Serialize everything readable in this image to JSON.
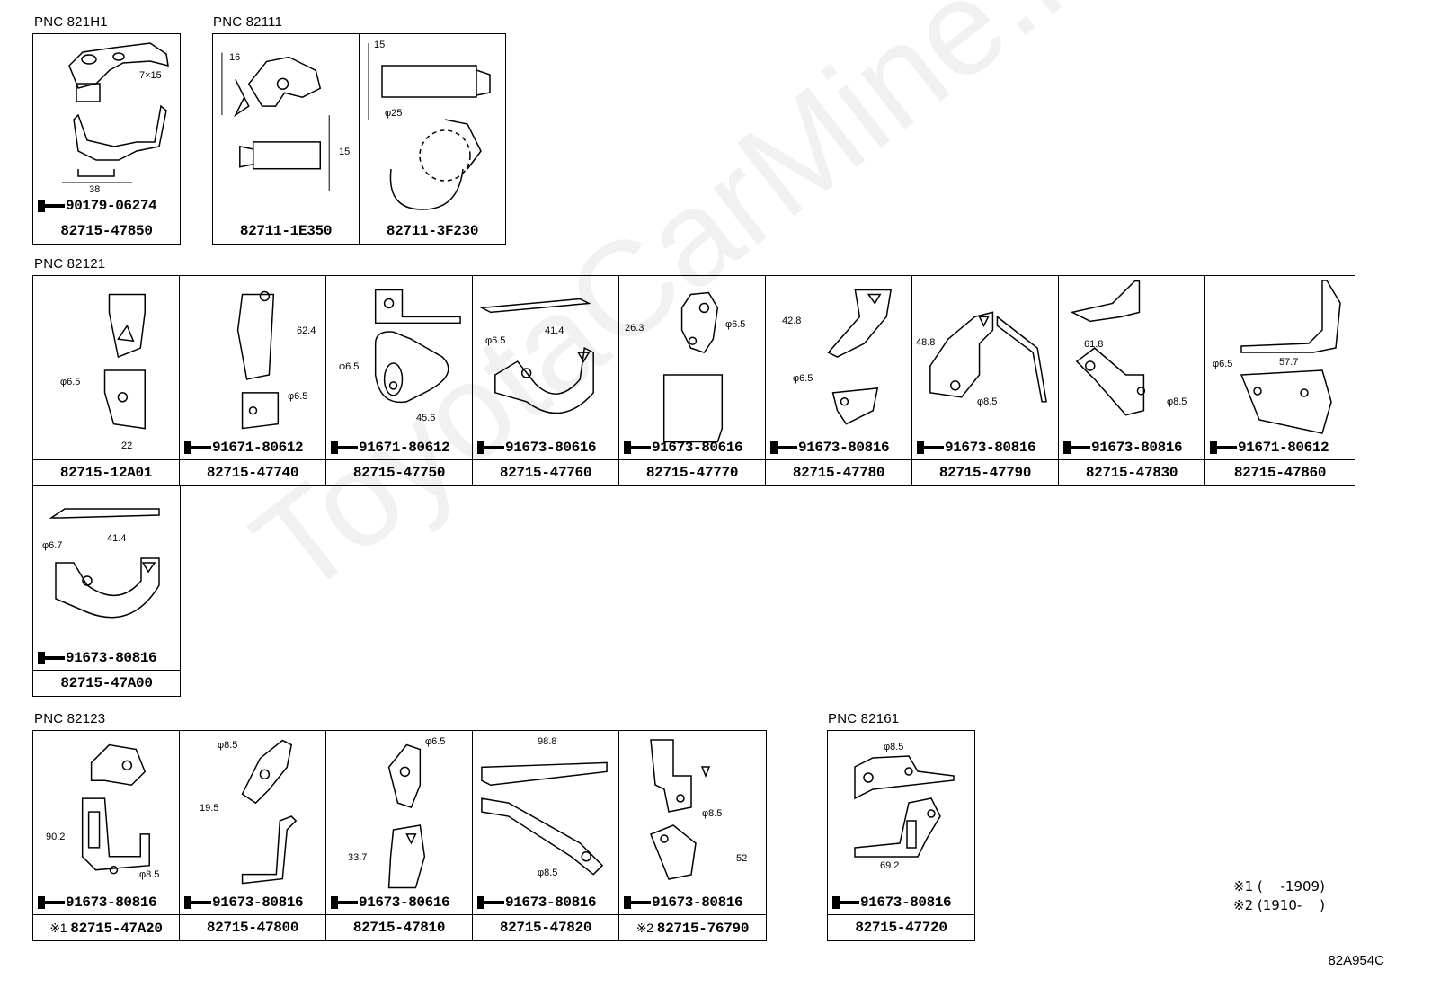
{
  "watermark": "ToyotaCarMine.ru",
  "groups": [
    {
      "pnc": "PNC 821H1",
      "cells": [
        {
          "part": "82715-47850",
          "bolt": "90179-06274",
          "dims": [
            "7×15",
            "38"
          ]
        }
      ]
    },
    {
      "pnc": "PNC 82111",
      "cells": [
        {
          "part": "82711-1E350",
          "dims": [
            "16",
            "15"
          ]
        },
        {
          "part": "82711-3F230",
          "dims": [
            "15",
            "φ25"
          ]
        }
      ]
    },
    {
      "pnc": "PNC 82121",
      "cells": [
        {
          "part": "82715-12A01",
          "dims": [
            "φ6.5",
            "22"
          ]
        },
        {
          "part": "82715-47740",
          "bolt": "91671-80612",
          "dims": [
            "62.4",
            "φ6.5"
          ]
        },
        {
          "part": "82715-47750",
          "bolt": "91671-80612",
          "dims": [
            "φ6.5",
            "45.6"
          ]
        },
        {
          "part": "82715-47760",
          "bolt": "91673-80616",
          "dims": [
            "φ6.5",
            "41.4"
          ]
        },
        {
          "part": "82715-47770",
          "bolt": "91673-80616",
          "dims": [
            "26.3",
            "φ6.5"
          ]
        },
        {
          "part": "82715-47780",
          "bolt": "91673-80816",
          "dims": [
            "42.8",
            "φ6.5"
          ]
        },
        {
          "part": "82715-47790",
          "bolt": "91673-80816",
          "dims": [
            "48.8",
            "φ8.5"
          ]
        },
        {
          "part": "82715-47830",
          "bolt": "91673-80816",
          "dims": [
            "61.8",
            "φ8.5"
          ]
        },
        {
          "part": "82715-47860",
          "bolt": "91671-80612",
          "dims": [
            "φ6.5",
            "57.7"
          ]
        },
        {
          "part": "82715-47A00",
          "bolt": "91673-80816",
          "dims": [
            "φ6.7",
            "41.4"
          ]
        }
      ]
    },
    {
      "pnc": "PNC 82123",
      "cells": [
        {
          "part": "82715-47A20",
          "mark": "※1",
          "bolt": "91673-80816",
          "dims": [
            "90.2",
            "φ8.5"
          ]
        },
        {
          "part": "82715-47800",
          "bolt": "91673-80816",
          "dims": [
            "φ8.5",
            "19.5"
          ]
        },
        {
          "part": "82715-47810",
          "bolt": "91673-80616",
          "dims": [
            "φ6.5",
            "33.7"
          ]
        },
        {
          "part": "82715-47820",
          "bolt": "91673-80816",
          "dims": [
            "98.8",
            "φ8.5"
          ]
        },
        {
          "part": "82715-76790",
          "mark": "※2",
          "bolt": "91673-80816",
          "dims": [
            "φ8.5",
            "52"
          ]
        }
      ]
    },
    {
      "pnc": "PNC 82161",
      "cells": [
        {
          "part": "82715-47720",
          "bolt": "91673-80816",
          "dims": [
            "φ8.5",
            "69.2"
          ]
        }
      ]
    }
  ],
  "notes": [
    "※1 (　 -1909)",
    "※2 (1910-　 )"
  ],
  "diagram_code": "82A954C"
}
